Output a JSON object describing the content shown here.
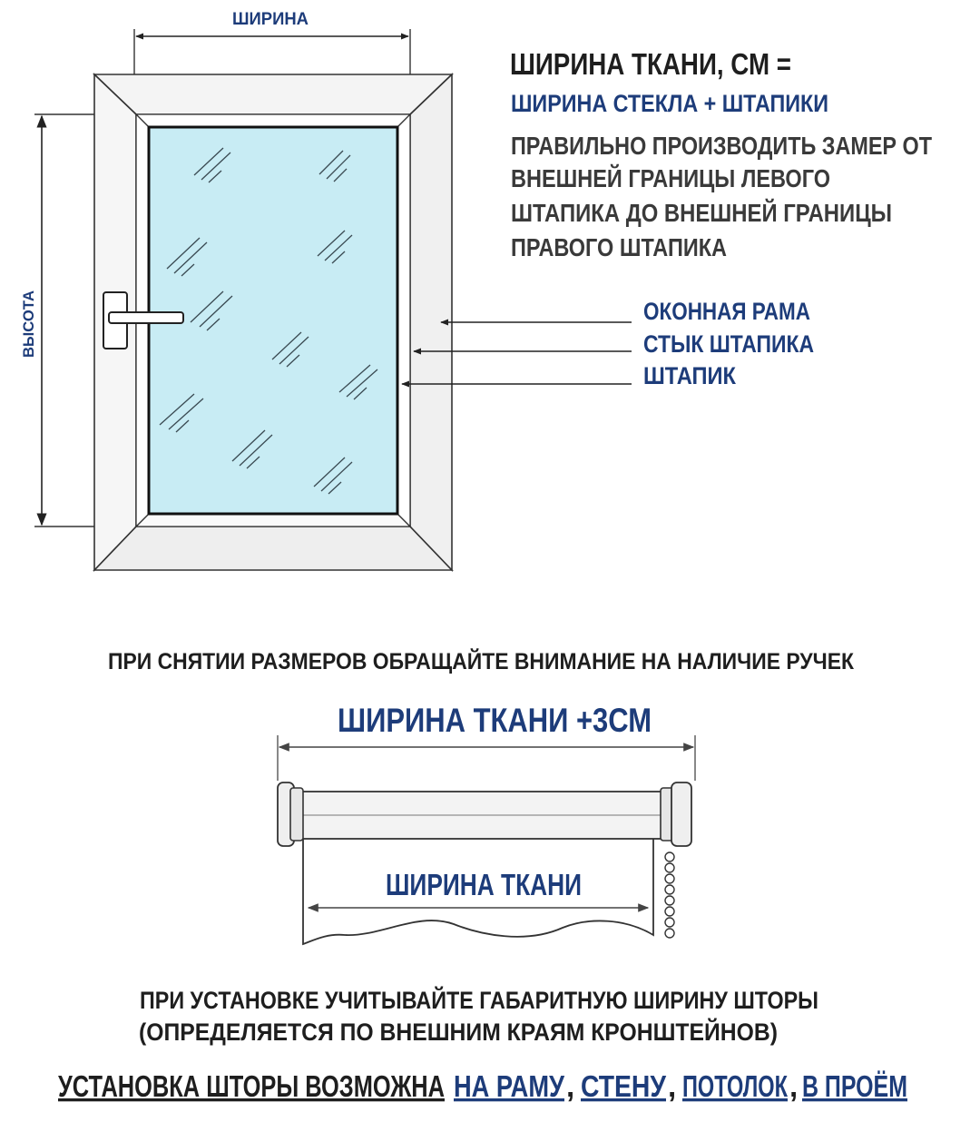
{
  "window_diagram": {
    "width_label": "ШИРИНА",
    "height_label": "ВЫСОТА"
  },
  "formula": {
    "title": "ШИРИНА ТКАНИ, СМ =",
    "subtitle": "ШИРИНА СТЕКЛА + ШТАПИКИ",
    "note_lines": [
      "ПРАВИЛЬНО ПРОИЗВОДИТЬ ЗАМЕР ОТ",
      "ВНЕШНЕЙ ГРАНИЦЫ ЛЕВОГО",
      "ШТАПИКА ДО ВНЕШНЕЙ ГРАНИЦЫ",
      "ПРАВОГО ШТАПИКА"
    ]
  },
  "callouts": [
    "ОКОННАЯ РАМА",
    "СТЫК ШТАПИКА",
    "ШТАПИК"
  ],
  "handles_note": "ПРИ СНЯТИИ РАЗМЕРОВ ОБРАЩАЙТЕ ВНИМАНИЕ НА НАЛИЧИЕ РУЧЕК",
  "blind_diagram": {
    "total_label": "ШИРИНА ТКАНИ +3СМ",
    "fabric_label": "ШИРИНА ТКАНИ"
  },
  "install_note": [
    "ПРИ УСТАНОВКЕ УЧИТЫВАЙТЕ ГАБАРИТНУЮ ШИРИНУ ШТОРЫ",
    "(ОПРЕДЕЛЯЕТСЯ ПО ВНЕШНИМ КРАЯМ КРОНШТЕЙНОВ)"
  ],
  "mounting": {
    "prefix": "УСТАНОВКА ШТОРЫ ВОЗМОЖНА",
    "options": [
      "НА РАМУ",
      "СТЕНУ",
      "ПОТОЛОК",
      "В ПРОЁМ"
    ],
    "separator": ","
  },
  "colors": {
    "navy": "#1d3c7a",
    "text_dark": "#1e1e1e",
    "glass": "#c8ecf4",
    "frame": "#f7f7f7"
  }
}
